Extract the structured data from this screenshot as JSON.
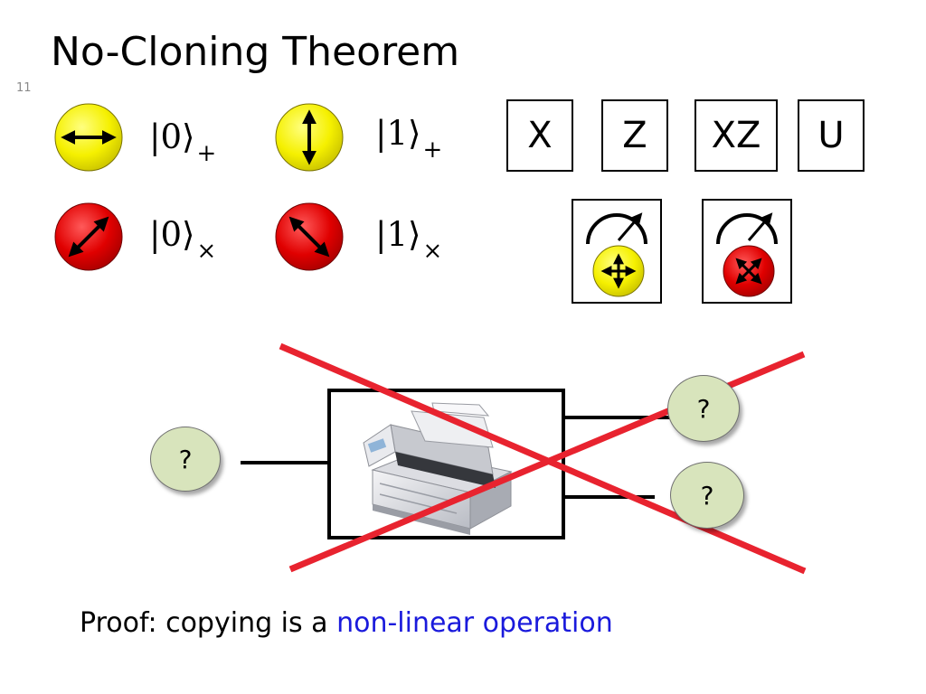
{
  "slide": {
    "title": "No-Cloning Theorem",
    "number": "11"
  },
  "states": [
    {
      "ket": "|0⟩",
      "basis": "+"
    },
    {
      "ket": "|1⟩",
      "basis": "+"
    },
    {
      "ket": "|0⟩",
      "basis": "×"
    },
    {
      "ket": "|1⟩",
      "basis": "×"
    }
  ],
  "gates": [
    "X",
    "Z",
    "XZ",
    "U"
  ],
  "cloner": {
    "input_label": "?",
    "output_labels": [
      "?",
      "?"
    ]
  },
  "proof": {
    "prefix": "Proof: copying is a ",
    "highlight": "non-linear operation"
  },
  "colors": {
    "basis_plus": "#f5f000",
    "basis_cross": "#e00000",
    "cross_out": "#e8232f",
    "highlight_text": "#1a1adc",
    "bubble_fill": "#d8e4bc"
  },
  "icons": {
    "photon_horizontal": "double-arrow-horizontal-icon",
    "photon_vertical": "double-arrow-vertical-icon",
    "photon_diagonal": "double-arrow-diagonal-icon",
    "photon_antidiagonal": "double-arrow-antidiagonal-icon",
    "measure_plus": "meter-four-arrows-icon",
    "measure_cross": "meter-diagonal-arrows-icon",
    "copier": "photocopier-icon"
  }
}
